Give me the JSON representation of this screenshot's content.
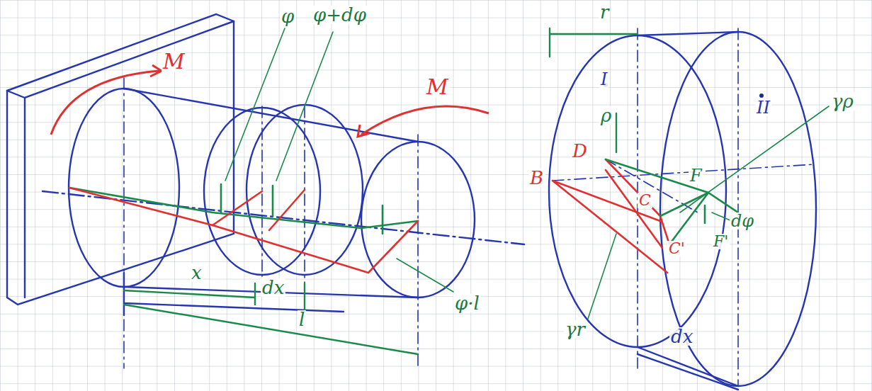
{
  "diagram": {
    "labels": [
      "M",
      "φ",
      "φ+dφ",
      "M",
      "x",
      "dx",
      "l",
      "φ·l",
      "r",
      "I",
      "ρ",
      "II",
      "γρ",
      "B",
      "D",
      "C",
      "F",
      "dφ",
      "C'",
      "F'",
      "γr",
      "dx"
    ]
  }
}
